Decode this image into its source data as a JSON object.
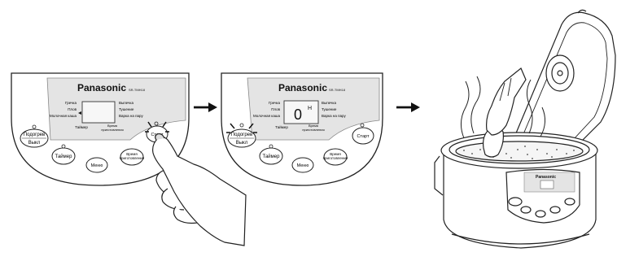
{
  "panel1": {
    "brand": "Panasonic",
    "model": "SR-TMH18",
    "modes_left": [
      "Гречка",
      "Плов",
      "Молочная каша"
    ],
    "modes_right": [
      "Выпечка",
      "Тушение",
      "Варка на пару"
    ],
    "label_timer": "Таймер",
    "label_prep_time": [
      "Время",
      "приготовления"
    ],
    "btn_warm_off": [
      "Подогрев",
      "Выкл"
    ],
    "btn_timer": "Таймер",
    "btn_menu": "Меню",
    "btn_time": [
      "Время",
      "приготовления"
    ],
    "btn_start": "Старт"
  },
  "panel2": {
    "brand": "Panasonic",
    "model": "SR-TMH18",
    "display_value": "0",
    "display_unit": "H",
    "modes_left": [
      "Гречка",
      "Плов",
      "Молочная каша"
    ],
    "modes_right": [
      "Выпечка",
      "Тушение",
      "Варка на пару"
    ],
    "label_timer": "Таймер",
    "label_prep_time": [
      "Время",
      "приготовления"
    ],
    "btn_warm_off": [
      "Подогрев",
      "Выкл"
    ],
    "btn_timer": "Таймер",
    "btn_menu": "Меню",
    "btn_time": [
      "Время",
      "приготовления"
    ],
    "btn_start": "Старт"
  },
  "cooker": {
    "brand": "Panasonic"
  },
  "colors": {
    "line": "#222222",
    "panel_fill": "#eeeeee",
    "display_fill": "#d6d6d6"
  }
}
